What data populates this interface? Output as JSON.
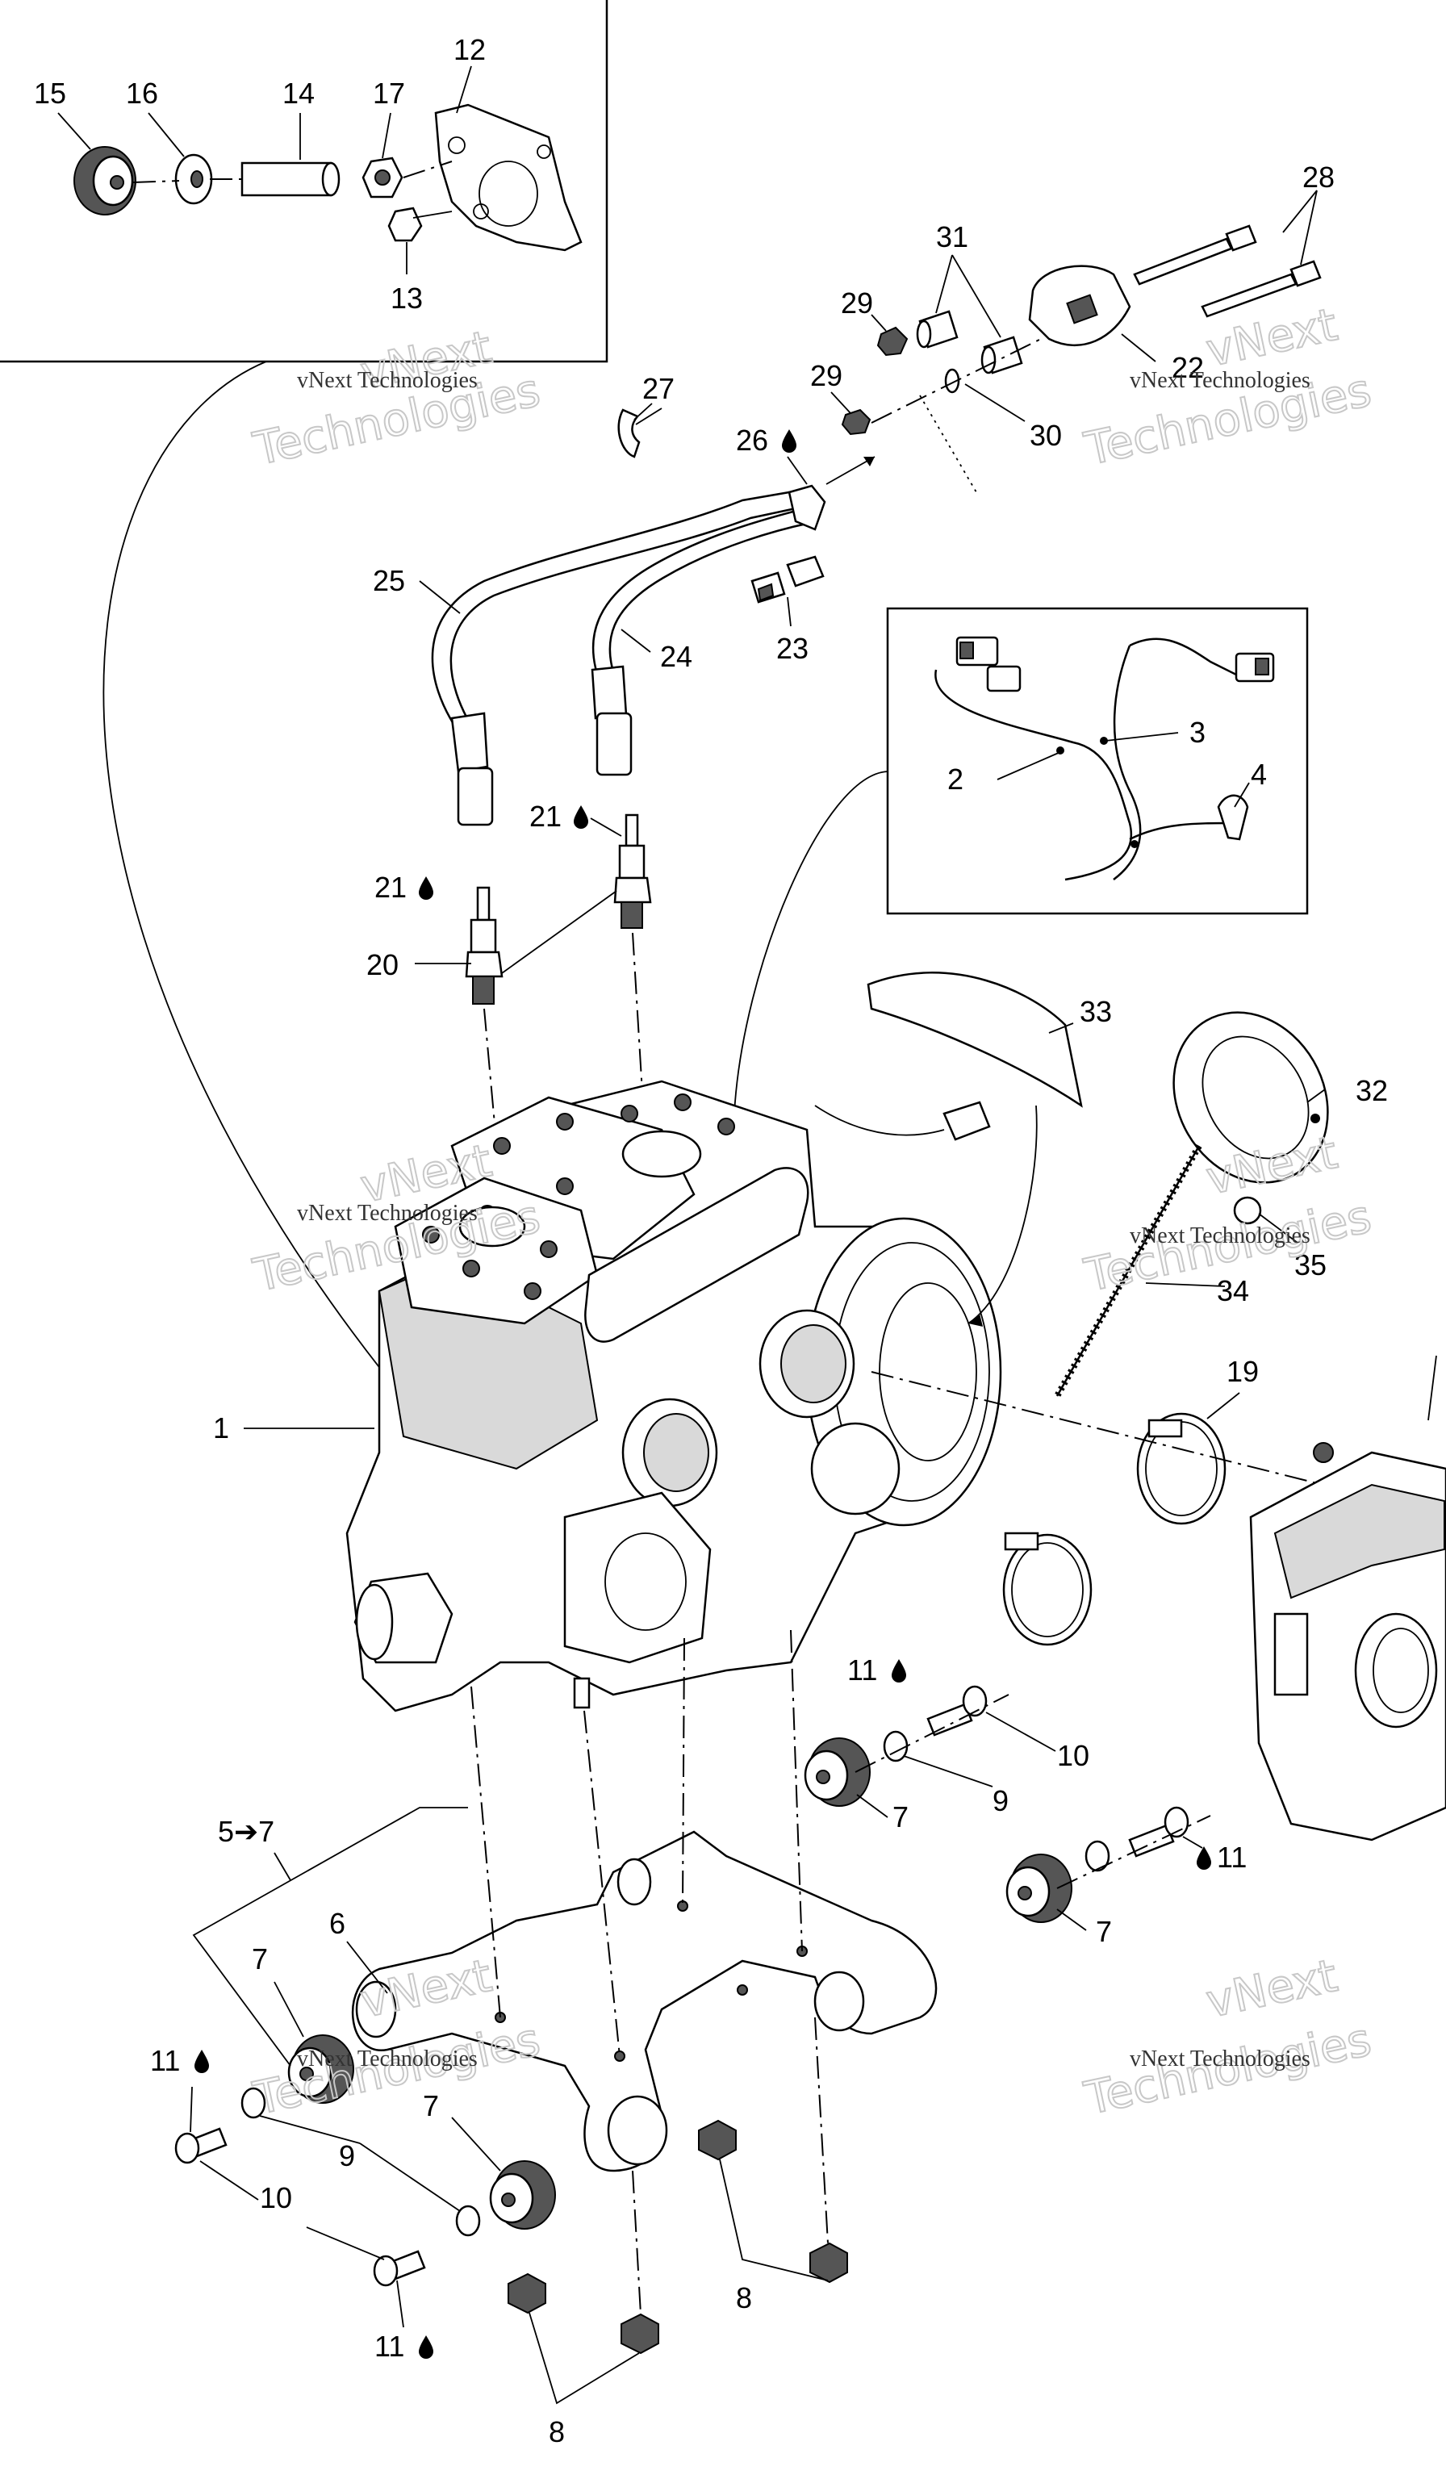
{
  "watermarks": {
    "brand_line": "vNext Technologies",
    "big_line_1": "vNext",
    "big_line_2": "Technologies"
  },
  "callouts": {
    "n1": "1",
    "n2": "2",
    "n3": "3",
    "n4": "4",
    "n5_7": "5➔7",
    "n6": "6",
    "n7": "7",
    "n8": "8",
    "n9": "9",
    "n10": "10",
    "n11": "11",
    "n12": "12",
    "n13": "13",
    "n14": "14",
    "n15": "15",
    "n16": "16",
    "n17": "17",
    "n19": "19",
    "n20": "20",
    "n21": "21",
    "n22": "22",
    "n23": "23",
    "n24": "24",
    "n25": "25",
    "n26": "26",
    "n27": "27",
    "n28": "28",
    "n29": "29",
    "n30": "30",
    "n31": "31",
    "n32": "32",
    "n33": "33",
    "n34": "34",
    "n35": "35"
  },
  "icons": {
    "lubricant": "oil-drop-icon"
  }
}
